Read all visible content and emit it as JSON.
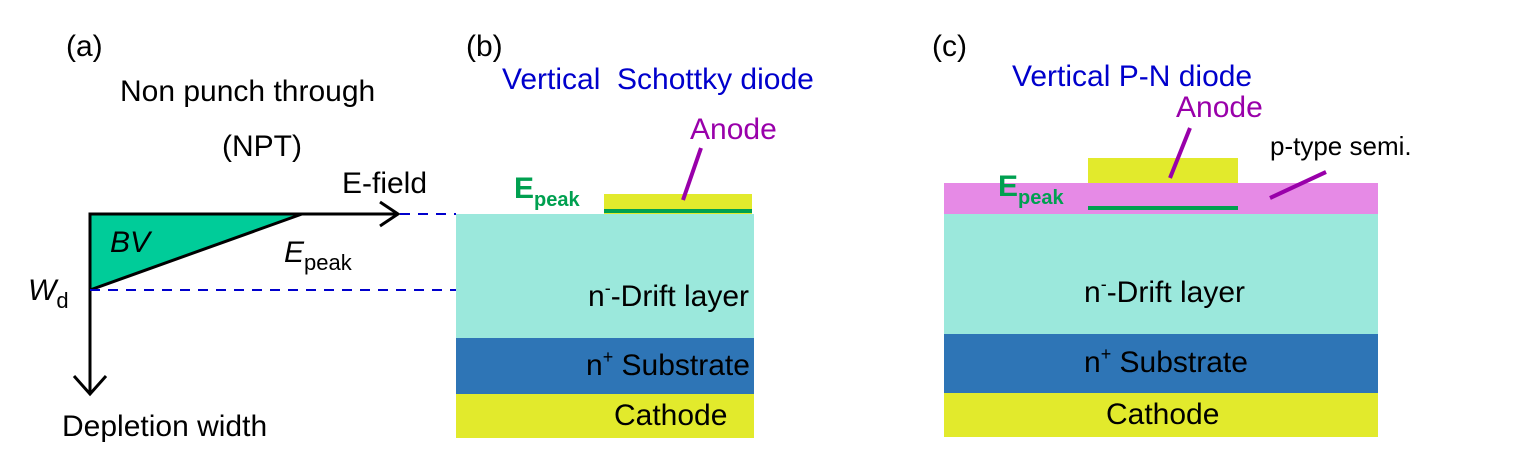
{
  "panel_a": {
    "tag": "(a)",
    "title_line1": "Non punch through",
    "title_line2": "(NPT)",
    "x_axis_label": "E-field",
    "y_axis_label": "Depletion width",
    "area_label": "BV",
    "peak_label_main": "E",
    "peak_label_sub": "peak",
    "width_label_main": "W",
    "width_label_sub": "d",
    "fill_color": "#00cc99"
  },
  "panel_b": {
    "tag": "(b)",
    "title": "Vertical  Schottky diode",
    "anode_label": "Anode",
    "epeak_main": "E",
    "epeak_sub": "peak",
    "drift_prefix": "n",
    "drift_sup": "-",
    "drift_text": "-Drift layer",
    "substrate_prefix": "n",
    "substrate_sup": "+",
    "substrate_text": " Substrate",
    "cathode_label": "Cathode"
  },
  "panel_c": {
    "tag": "(c)",
    "title": "Vertical P-N diode",
    "anode_label": "Anode",
    "ptype_label": "p-type semi.",
    "epeak_main": "E",
    "epeak_sub": "peak",
    "drift_prefix": "n",
    "drift_sup": "-",
    "drift_text": "-Drift layer",
    "substrate_prefix": "n",
    "substrate_sup": "+",
    "substrate_text": " Substrate",
    "cathode_label": "Cathode"
  },
  "colors": {
    "title_blue": "#0000cc",
    "anode_purple": "#9900aa",
    "epeak_green": "#00a050",
    "drift": "#9be8dc",
    "substrate": "#2e75b6",
    "contact": "#e2ea2c",
    "ptype": "#e68ae6",
    "dashed": "#0000cc"
  }
}
